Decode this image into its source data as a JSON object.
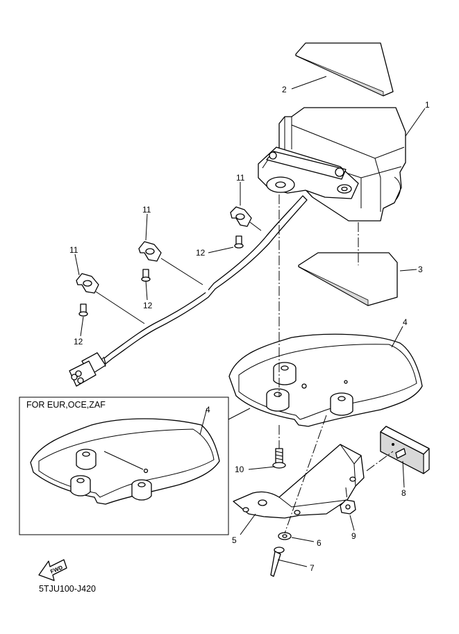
{
  "inset": {
    "title": "FOR EUR,OCE,ZAF",
    "callout": "4"
  },
  "callouts": [
    {
      "id": "c1",
      "text": "1"
    },
    {
      "id": "c2",
      "text": "2"
    },
    {
      "id": "c3",
      "text": "3"
    },
    {
      "id": "c4",
      "text": "4"
    },
    {
      "id": "c5",
      "text": "5"
    },
    {
      "id": "c6",
      "text": "6"
    },
    {
      "id": "c7",
      "text": "7"
    },
    {
      "id": "c8",
      "text": "8"
    },
    {
      "id": "c9",
      "text": "9"
    },
    {
      "id": "c10",
      "text": "10"
    },
    {
      "id": "c11a",
      "text": "11"
    },
    {
      "id": "c11b",
      "text": "11"
    },
    {
      "id": "c11c",
      "text": "11"
    },
    {
      "id": "c12a",
      "text": "12"
    },
    {
      "id": "c12b",
      "text": "12"
    },
    {
      "id": "c12c",
      "text": "12"
    }
  ],
  "fwd_label": "FWD",
  "diagram_code": "5TJU100-J420"
}
